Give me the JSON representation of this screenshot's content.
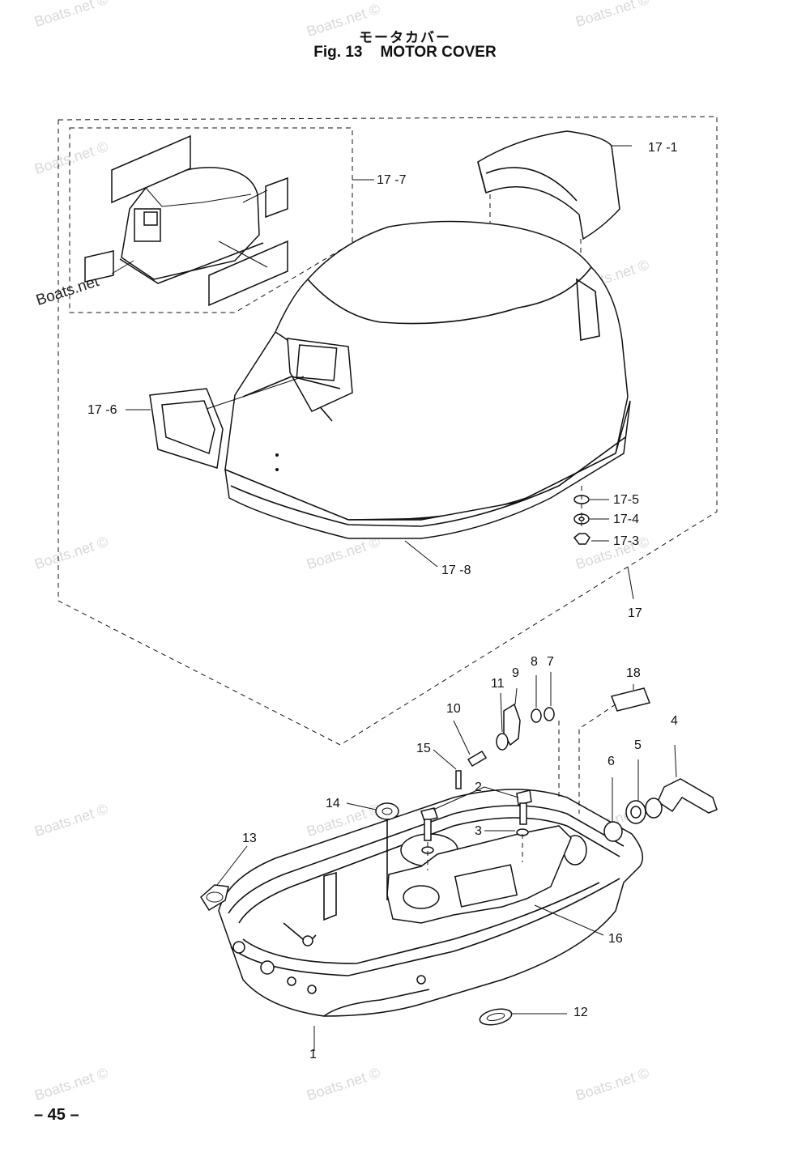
{
  "header": {
    "title_japanese": "モータカバー",
    "figure_number": "Fig. 13",
    "figure_title": "MOTOR COVER"
  },
  "page_number": "– 45 –",
  "watermarks": [
    "Boats.net ©",
    "Boats.net ©",
    "Boats.net",
    "Boats.net ©",
    "Boats.net ©",
    "Boats.net ©",
    "Boats.net ©",
    "Boats.net ©",
    "Boats.net ©",
    "Boats.net ©",
    "Boats.net ©",
    "Boats.net ©",
    "Boats.net ©",
    "Boats.net ©",
    "Boats.net ©",
    "Boats.net ©"
  ],
  "callouts": {
    "c17_1": "17 -1",
    "c17_7": "17 -7",
    "c17_6": "17 -6",
    "c17_5": "17-5",
    "c17_4": "17-4",
    "c17_3": "17-3",
    "c17_8": "17 -8",
    "c17": "17",
    "c18": "18",
    "c4": "4",
    "c5": "5",
    "c6": "6",
    "c7": "7",
    "c8": "8",
    "c9": "9",
    "c11": "11",
    "c10": "10",
    "c15": "15",
    "c2": "2",
    "c3": "3",
    "c14": "14",
    "c13": "13",
    "c16": "16",
    "c12": "12",
    "c1": "1"
  }
}
